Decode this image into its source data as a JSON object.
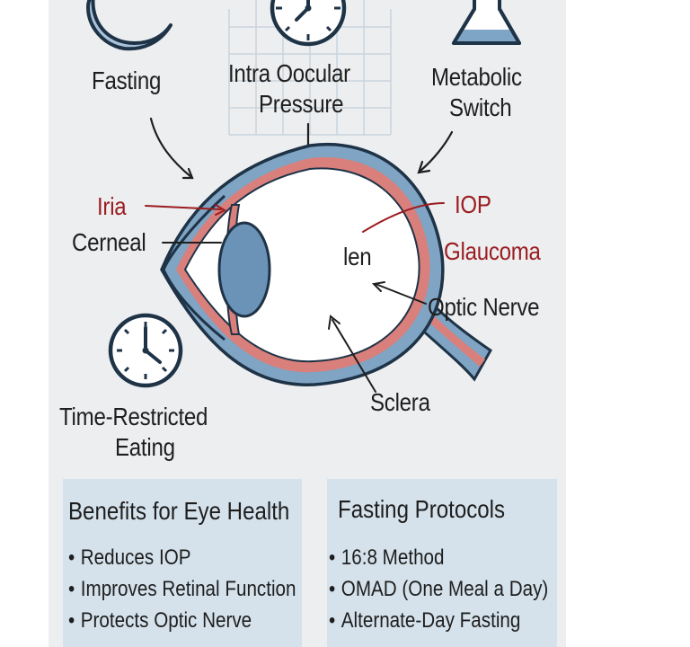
{
  "labels": {
    "fasting": "Fasting",
    "iop_title_line1": "Intra Oocular",
    "iop_title_line2": "Pressure",
    "metabolic_line1": "Metabolic",
    "metabolic_line2": "Switch",
    "iria": "Iria",
    "cerneal": "Cerneal",
    "iop": "IOP",
    "len": "len",
    "glaucoma": "Glaucoma",
    "optic_nerve": "Optic Nerve",
    "sclera": "Sclera",
    "tre_line1": "Time-Restricted",
    "tre_line2": "Eating"
  },
  "benefits": {
    "title": "Benefits for Eye Health",
    "items": [
      "Reduces IOP",
      "Improves Retinal Function",
      "Protects Optic Nerve"
    ]
  },
  "protocols": {
    "title": "Fasting Protocols",
    "items": [
      "16:8 Method",
      "OMAD (One Meal a Day)",
      "Alternate-Day Fasting"
    ]
  },
  "bullet_char": "•",
  "icons": [
    "crescent-moon-icon",
    "clock-icon",
    "lab-flask-icon",
    "clock-icon"
  ],
  "colors": {
    "panel_bg": "#eceef0",
    "box_bg": "#d5e2ec",
    "eye_blue": "#7fa4c4",
    "lens_blue": "#6b93b8",
    "vessel_red": "#d9807c",
    "label_red": "#9b1c1f",
    "ink": "#1e1e1e"
  }
}
